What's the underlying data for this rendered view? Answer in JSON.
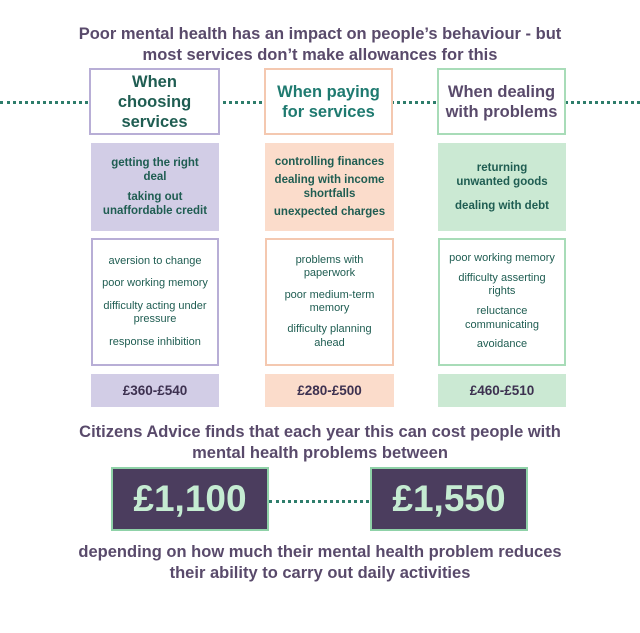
{
  "title": {
    "line1": "Poor mental health has an impact on people’s behaviour - but",
    "line2": "most services don’t make allowances for this"
  },
  "columns": [
    {
      "heading": [
        "When",
        "choosing",
        "services"
      ],
      "costs_items": [
        [
          "getting the right",
          "deal"
        ],
        [
          "taking out",
          "unaffordable credit"
        ]
      ],
      "behaviours": [
        [
          "aversion to change"
        ],
        [
          "poor working memory"
        ],
        [
          "difficulty acting under",
          "pressure"
        ],
        [
          "response inhibition"
        ]
      ],
      "range": "£360-£540",
      "colors": {
        "border": "#b8aed6",
        "heading_text": "#1f5d52",
        "fill": "#d2cde6"
      }
    },
    {
      "heading": [
        "When paying",
        "for services"
      ],
      "costs_items": [
        [
          "controlling finances"
        ],
        [
          "dealing with income",
          "shortfalls"
        ],
        [
          "unexpected charges"
        ]
      ],
      "behaviours": [
        [
          "problems with",
          "paperwork"
        ],
        [
          "poor medium-term",
          "memory"
        ],
        [
          "difficulty planning",
          "ahead"
        ]
      ],
      "range": "£280-£500",
      "colors": {
        "border": "#f4c8b0",
        "heading_text": "#1f7a70",
        "fill": "#fbdccb"
      }
    },
    {
      "heading": [
        "When dealing",
        "with problems"
      ],
      "costs_items": [
        [
          "returning",
          "unwanted goods"
        ],
        [
          "dealing with debt"
        ]
      ],
      "behaviours": [
        [
          "poor working memory"
        ],
        [
          "difficulty asserting",
          "rights"
        ],
        [
          "reluctance",
          "communicating"
        ],
        [
          "avoidance"
        ]
      ],
      "range": "£460-£510",
      "colors": {
        "border": "#a8dcb8",
        "heading_text": "#594a6b",
        "fill": "#cbe9d3"
      }
    }
  ],
  "finding": {
    "line1": "Citizens Advice finds that each year this can cost people with",
    "line2": "mental health problems between"
  },
  "totals": {
    "low": "£1,100",
    "high": "£1,550"
  },
  "footer": {
    "line1": "depending on how much their mental health problem reduces",
    "line2": "their ability to carry out daily activities"
  },
  "colors": {
    "text_purple": "#594a6b",
    "dots": "#2e7d6b",
    "total_fill": "#4b3d5e",
    "total_border": "#8fd2a8",
    "total_text": "#c5ecd2"
  }
}
